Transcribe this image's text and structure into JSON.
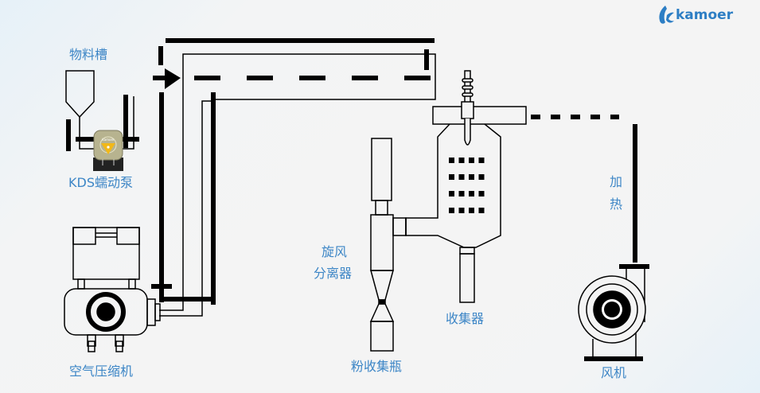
{
  "brand": {
    "name": "kamoer",
    "color": "#2d7ec4"
  },
  "label_color": "#3d86c6",
  "components": {
    "material_tank": {
      "label": "物料槽"
    },
    "peristaltic_pump": {
      "label": "KDS蠕动泵"
    },
    "air_compressor": {
      "label": "空气压缩机"
    },
    "cyclone_separator": {
      "label": "旋风\n分离器",
      "lines": [
        "旋风",
        "分离器"
      ]
    },
    "powder_bottle": {
      "label": "粉收集瓶"
    },
    "collector": {
      "label": "收集器"
    },
    "heating": {
      "label": "加热",
      "chars": [
        "加",
        "热"
      ]
    },
    "fan": {
      "label": "风机"
    }
  }
}
